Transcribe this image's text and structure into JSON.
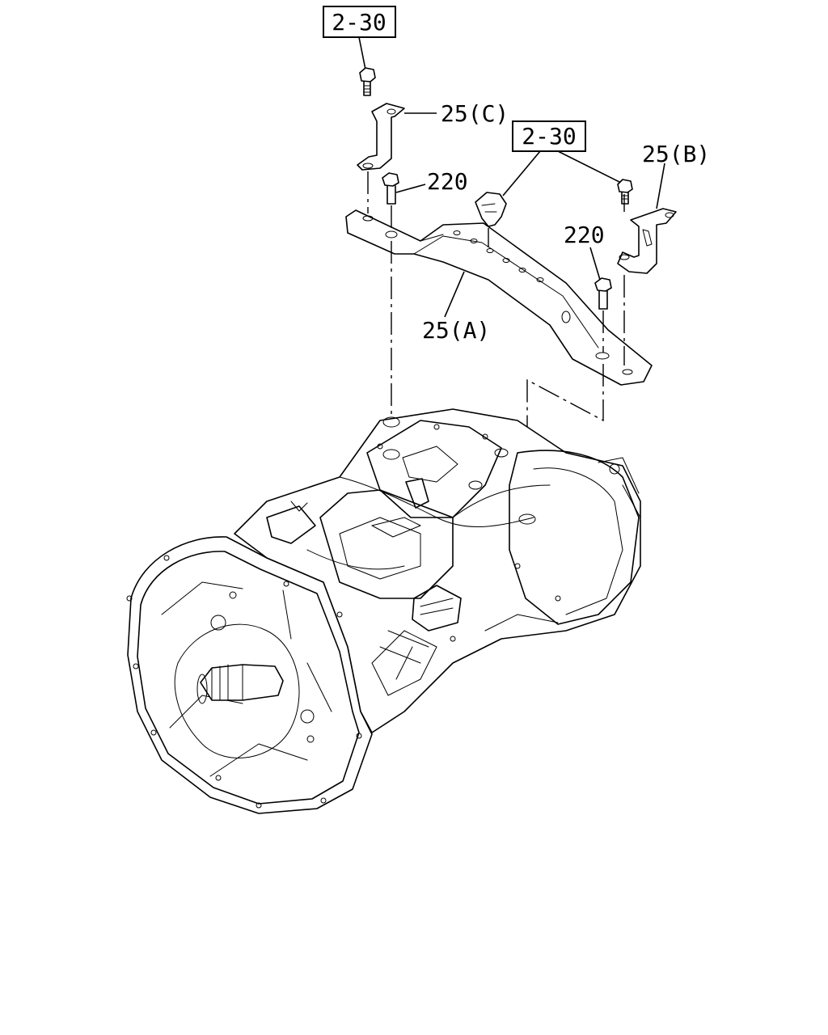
{
  "labels": {
    "ref_top": "2-30",
    "ref_mid": "2-30",
    "bracket_a": "25(A)",
    "bracket_b": "25(B)",
    "bracket_c": "25(C)",
    "bolt_left": "220",
    "bolt_right": "220"
  }
}
